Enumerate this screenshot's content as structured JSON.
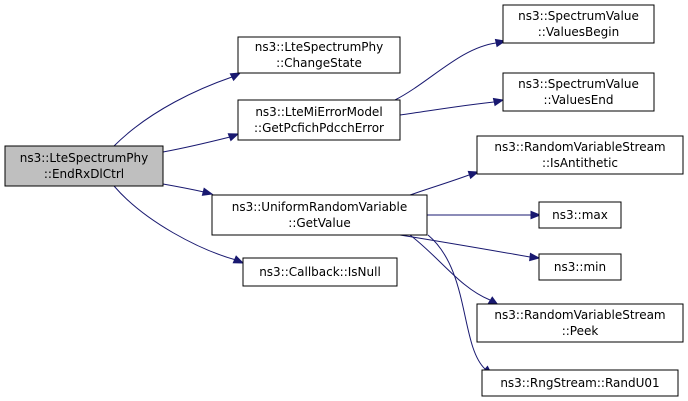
{
  "colors": {
    "edge": "#191970",
    "root_fill": "#bfbfbf",
    "node_fill": "#ffffff",
    "border": "#000000"
  },
  "nodes": [
    {
      "id": "root",
      "lines": [
        "ns3::LteSpectrumPhy",
        "::EndRxDlCtrl"
      ],
      "root": true
    },
    {
      "id": "change_state",
      "lines": [
        "ns3::LteSpectrumPhy",
        "::ChangeState"
      ]
    },
    {
      "id": "pcfich",
      "lines": [
        "ns3::LteMiErrorModel",
        "::GetPcfichPdcchError"
      ]
    },
    {
      "id": "uniform_getvalue",
      "lines": [
        "ns3::UniformRandomVariable",
        "::GetValue"
      ]
    },
    {
      "id": "isnull",
      "lines": [
        "ns3::Callback::IsNull"
      ]
    },
    {
      "id": "values_begin",
      "lines": [
        "ns3::SpectrumValue",
        "::ValuesBegin"
      ]
    },
    {
      "id": "values_end",
      "lines": [
        "ns3::SpectrumValue",
        "::ValuesEnd"
      ]
    },
    {
      "id": "is_antithetic",
      "lines": [
        "ns3::RandomVariableStream",
        "::IsAntithetic"
      ]
    },
    {
      "id": "max",
      "lines": [
        "ns3::max"
      ]
    },
    {
      "id": "min",
      "lines": [
        "ns3::min"
      ]
    },
    {
      "id": "peek",
      "lines": [
        "ns3::RandomVariableStream",
        "::Peek"
      ]
    },
    {
      "id": "randu01",
      "lines": [
        "ns3::RngStream::RandU01"
      ]
    }
  ],
  "edges": [
    {
      "from": "root",
      "to": "change_state"
    },
    {
      "from": "root",
      "to": "pcfich"
    },
    {
      "from": "root",
      "to": "uniform_getvalue"
    },
    {
      "from": "root",
      "to": "isnull"
    },
    {
      "from": "pcfich",
      "to": "values_begin"
    },
    {
      "from": "pcfich",
      "to": "values_end"
    },
    {
      "from": "uniform_getvalue",
      "to": "is_antithetic"
    },
    {
      "from": "uniform_getvalue",
      "to": "max"
    },
    {
      "from": "uniform_getvalue",
      "to": "min"
    },
    {
      "from": "uniform_getvalue",
      "to": "peek"
    },
    {
      "from": "uniform_getvalue",
      "to": "randu01"
    }
  ]
}
